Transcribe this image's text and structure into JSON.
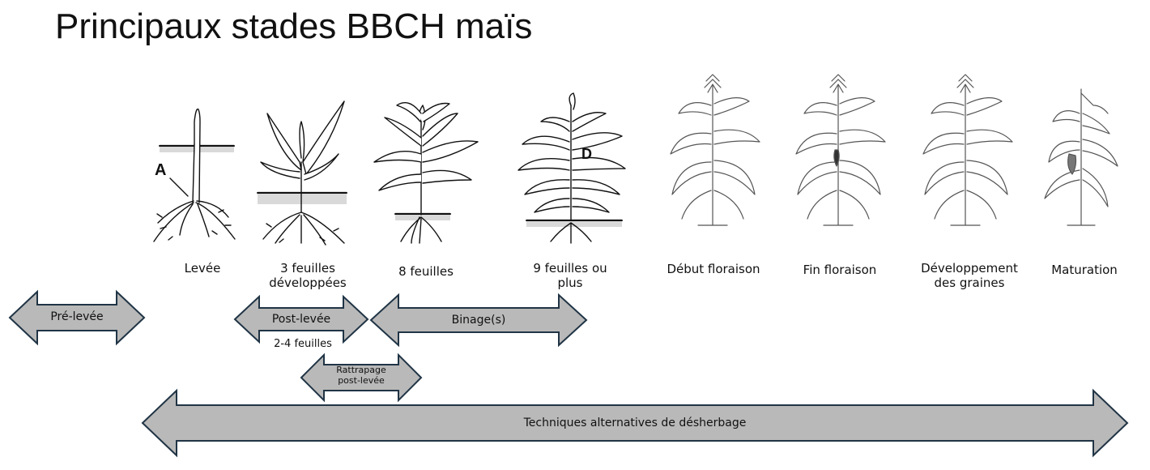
{
  "title": "Principaux stades BBCH maïs",
  "stages": [
    {
      "label": "Levée"
    },
    {
      "label": "3 feuilles développées"
    },
    {
      "label": "8 feuilles"
    },
    {
      "label": "9 feuilles ou plus"
    },
    {
      "label": "Début floraison"
    },
    {
      "label": "Fin floraison"
    },
    {
      "label": "Développement des graines"
    },
    {
      "label": "Maturation"
    }
  ],
  "marker_a": "A",
  "marker_d": "D",
  "arrows": {
    "pre_levee": "Pré-levée",
    "post_levee": "Post-levée",
    "post_levee_sub": "2-4 feuilles",
    "binage": "Binage(s)",
    "rattrapage_line1": "Rattrapage",
    "rattrapage_line2": "post-levée",
    "techniques": "Techniques alternatives de désherbage"
  },
  "colors": {
    "arrow_fill": "#b9b9b9",
    "arrow_stroke": "#203445",
    "ink": "#111111"
  }
}
